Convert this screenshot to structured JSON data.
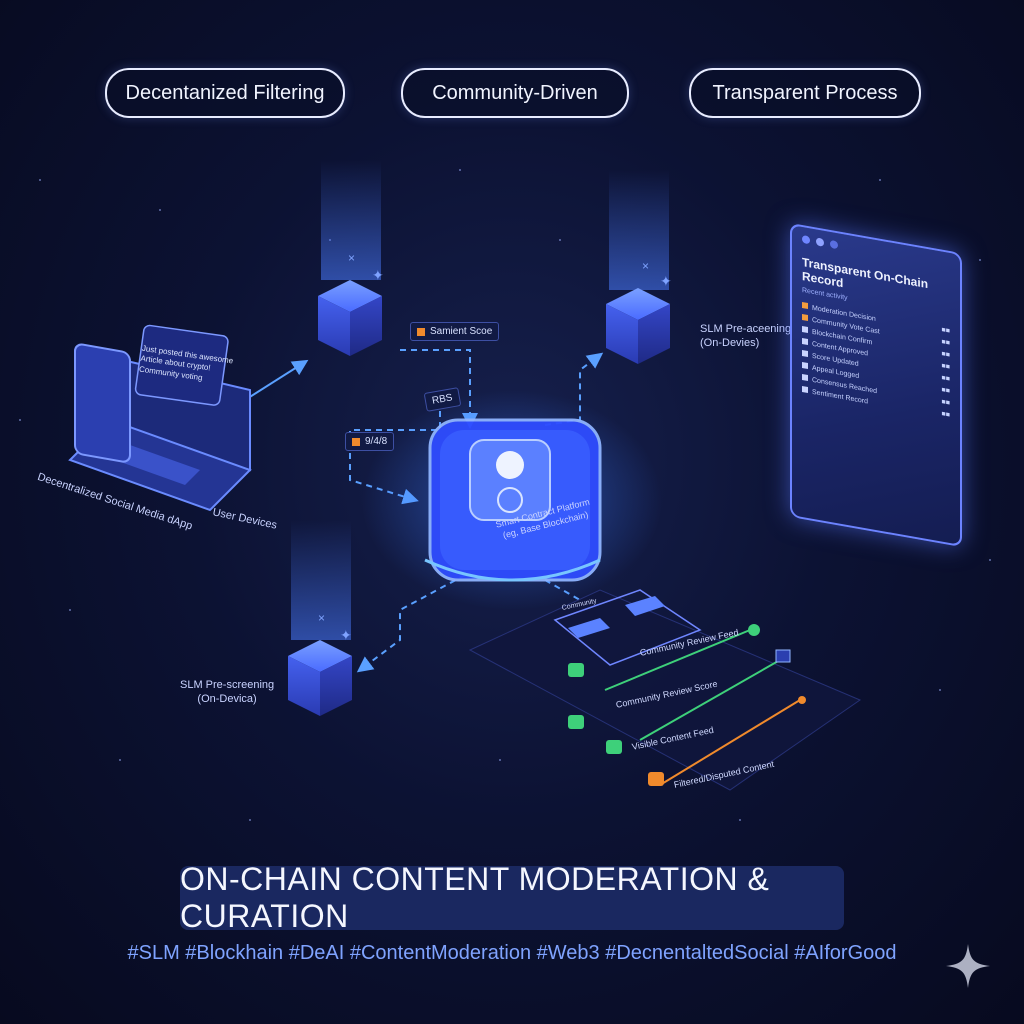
{
  "pills": [
    "Decentanized Filtering",
    "Community-Driven",
    "Transparent Process"
  ],
  "labels": {
    "dapp": "Decentralized Social Media dApp",
    "user_devices": "User Devices",
    "slm_top_right": "SLM Pre-aceening\n(On-Devies)",
    "slm_bottom_left": "SLM Pre-screening\n(On-Devica)",
    "sentiment": "Samient Scoe",
    "tag_small_1": "9/4/8",
    "tag_small_2": "RBS",
    "contract": "Smart Contract Platform\n(eg, Base Blockchain)",
    "speech_bubble": "Just posted this awesome\nArticle about crypto!\nCommunity voting"
  },
  "record": {
    "title": "Transparent On-Chain Record",
    "subtitle": "Recent activity",
    "rows": [
      {
        "name": "Moderation Decision",
        "color": "#f39c3d"
      },
      {
        "name": "Community Vote Cast",
        "color": "#f39c3d"
      },
      {
        "name": "Blockchain Confirm",
        "color": "#c9d3ff"
      },
      {
        "name": "Content Approved",
        "color": "#c9d3ff"
      },
      {
        "name": "Score Updated",
        "color": "#c9d3ff"
      },
      {
        "name": "Appeal Logged",
        "color": "#c9d3ff"
      },
      {
        "name": "Consensus Reached",
        "color": "#c9d3ff"
      },
      {
        "name": "Sentiment Record",
        "color": "#c9d3ff"
      }
    ]
  },
  "feed": {
    "header": "Community Review Feed",
    "sublabel": "Community",
    "items": [
      {
        "label": "Community Review Score",
        "color": "#3ed07a"
      },
      {
        "label": "Visible Content Feed",
        "color": "#3ed07a"
      },
      {
        "label": "Filtered/Disputed Content",
        "color": "#f08a2c"
      }
    ]
  },
  "title": "ON-CHAIN CONTENT MODERATION & CURATION",
  "hashtags": "#SLM #Blockhain #DeAI #ContentModeration #Web3 #DecnentaltedSocial #AIforGood",
  "colors": {
    "accent": "#4f74ff",
    "glow": "#5fa8ff",
    "green": "#3ed07a",
    "orange": "#f08a2c"
  }
}
